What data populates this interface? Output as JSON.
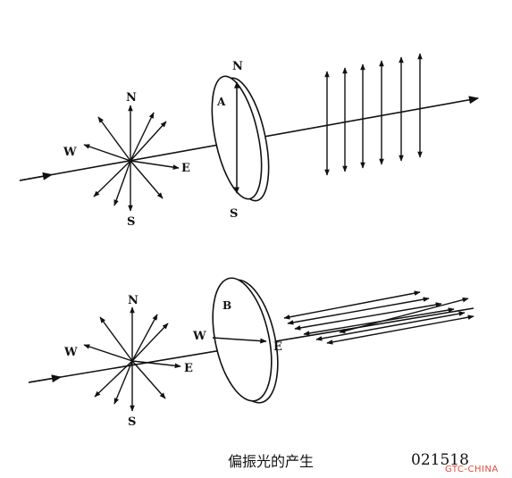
{
  "diagram": {
    "top": {
      "compass": {
        "n": "N",
        "s": "S",
        "w": "W",
        "e": "E"
      },
      "polarizer": {
        "label": "A",
        "n": "N",
        "s": "S"
      }
    },
    "bottom": {
      "compass": {
        "n": "N",
        "s": "S",
        "w": "W",
        "e": "E"
      },
      "polarizer": {
        "label": "B",
        "w": "W",
        "e": "E"
      }
    },
    "caption": "偏振光的产生",
    "code": "021518",
    "watermark": "GTC-CHINA"
  }
}
